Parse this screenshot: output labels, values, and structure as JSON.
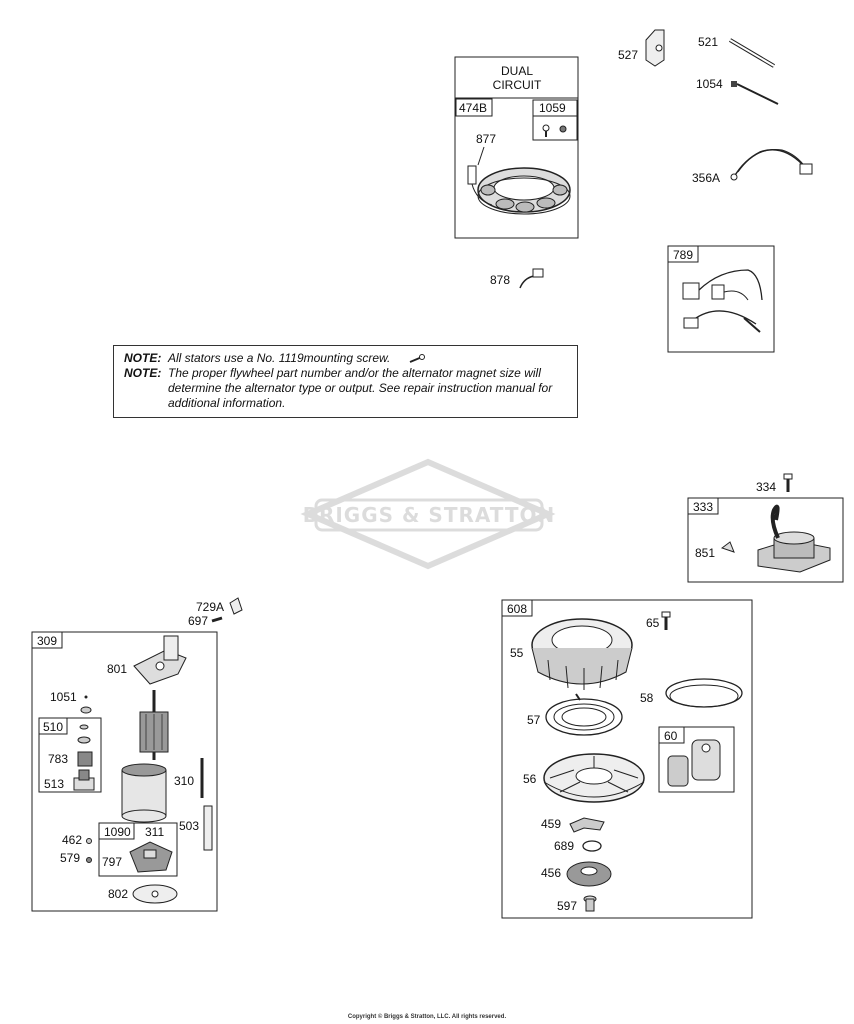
{
  "notes": [
    {
      "key": "NOTE:",
      "text": "All stators use a No. 1119mounting screw."
    },
    {
      "key": "NOTE:",
      "text": "The proper flywheel part number and/or the alternator magnet size will determine the alternator type or output. See repair instruction manual for additional information."
    }
  ],
  "watermark": "BRIGGS & STRATTON",
  "copyright": "Copyright © Briggs & Stratton, LLC. All rights reserved.",
  "alternator": {
    "title_line1": "DUAL",
    "title_line2": "CIRCUIT",
    "box_474b": "474B",
    "box_1059": "1059",
    "part_877": "877",
    "part_878": "878",
    "part_527": "527",
    "part_521": "521",
    "part_1054": "1054",
    "part_356a": "356A",
    "box_789": "789"
  },
  "ignition": {
    "part_334": "334",
    "box_333": "333",
    "part_851": "851"
  },
  "starter": {
    "part_729a": "729A",
    "part_697": "697",
    "box_309": "309",
    "part_801": "801",
    "part_1051": "1051",
    "box_510": "510",
    "part_783": "783",
    "part_513": "513",
    "part_310": "310",
    "part_503": "503",
    "box_1090": "1090",
    "part_311": "311",
    "part_462": "462",
    "part_579": "579",
    "part_797": "797",
    "part_802": "802"
  },
  "rewind": {
    "box_608": "608",
    "part_65": "65",
    "part_55": "55",
    "part_58": "58",
    "part_57": "57",
    "box_60": "60",
    "part_56": "56",
    "part_459": "459",
    "part_689": "689",
    "part_456": "456",
    "part_597": "597"
  }
}
